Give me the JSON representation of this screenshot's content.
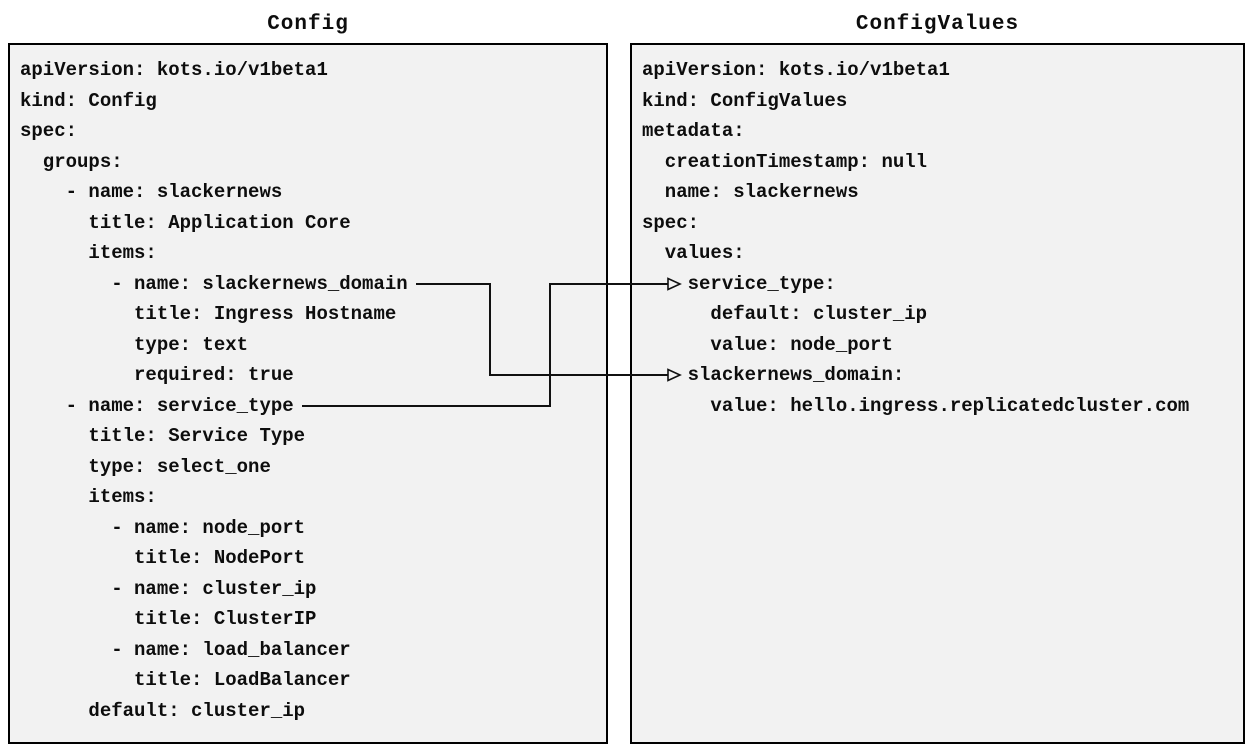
{
  "panels": [
    {
      "id": "config",
      "title": "Config",
      "code": "apiVersion: kots.io/v1beta1\nkind: Config\nspec:\n  groups:\n    - name: slackernews\n      title: Application Core\n      items:\n        - name: slackernews_domain\n          title: Ingress Hostname\n          type: text\n          required: true\n    - name: service_type\n      title: Service Type\n      type: select_one\n      items:\n        - name: node_port\n          title: NodePort\n        - name: cluster_ip\n          title: ClusterIP\n        - name: load_balancer\n          title: LoadBalancer\n      default: cluster_ip"
    },
    {
      "id": "configvalues",
      "title": "ConfigValues",
      "code": "apiVersion: kots.io/v1beta1\nkind: ConfigValues\nmetadata:\n  creationTimestamp: null\n  name: slackernews\nspec:\n  values:\n    service_type:\n      default: cluster_ip\n      value: node_port\n    slackernews_domain:\n      value: hello.ingress.replicatedcluster.com"
    }
  ],
  "connectors": [
    {
      "from": "Config: - name: slackernews_domain",
      "to": "ConfigValues: slackernews_domain:"
    },
    {
      "from": "Config: - name: service_type",
      "to": "ConfigValues: service_type:"
    }
  ],
  "colors": {
    "background": "#ffffff",
    "panel_fill": "#f2f2f2",
    "panel_border": "#000000",
    "text": "#0d0d0d",
    "connector": "#111111"
  }
}
